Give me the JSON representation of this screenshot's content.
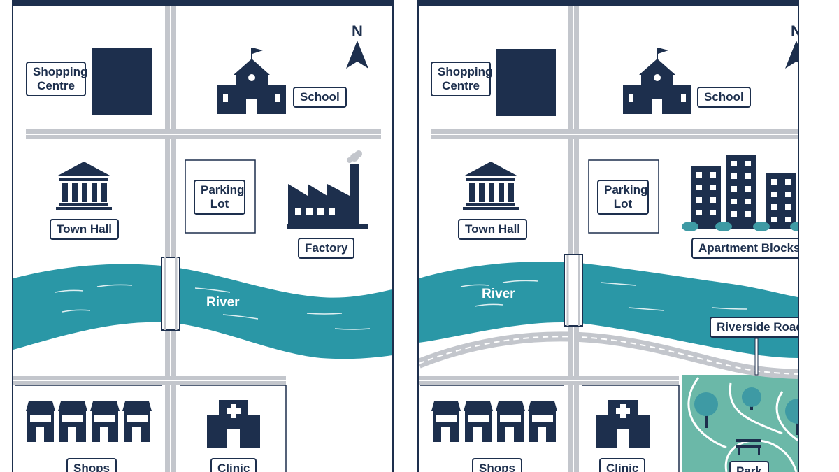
{
  "colors": {
    "navy": "#1d2f4d",
    "road": "#c3c6cc",
    "river": "#2a97a6",
    "park": "#6bb8a8",
    "tree": "#3e9aa4"
  },
  "compass": {
    "north": "N"
  },
  "before": {
    "shopping_centre": "Shopping Centre",
    "school": "School",
    "town_hall": "Town Hall",
    "parking_lot": "Parking Lot",
    "factory": "Factory",
    "river": "River",
    "shops": "Shops",
    "clinic": "Clinic"
  },
  "after": {
    "shopping_centre": "Shopping Centre",
    "school": "School",
    "town_hall": "Town Hall",
    "parking_lot": "Parking Lot",
    "apartment_blocks": "Apartment Blocks",
    "river": "River",
    "riverside_road": "Riverside Road",
    "shops": "Shops",
    "clinic": "Clinic",
    "park": "Park"
  }
}
